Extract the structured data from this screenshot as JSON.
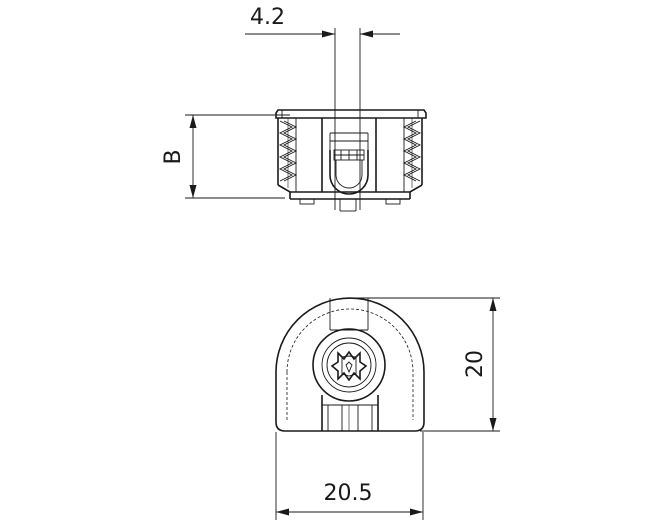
{
  "dimensions": {
    "top_width": "4.2",
    "height_label": "B",
    "side_height": "20",
    "bottom_width": "20.5"
  }
}
